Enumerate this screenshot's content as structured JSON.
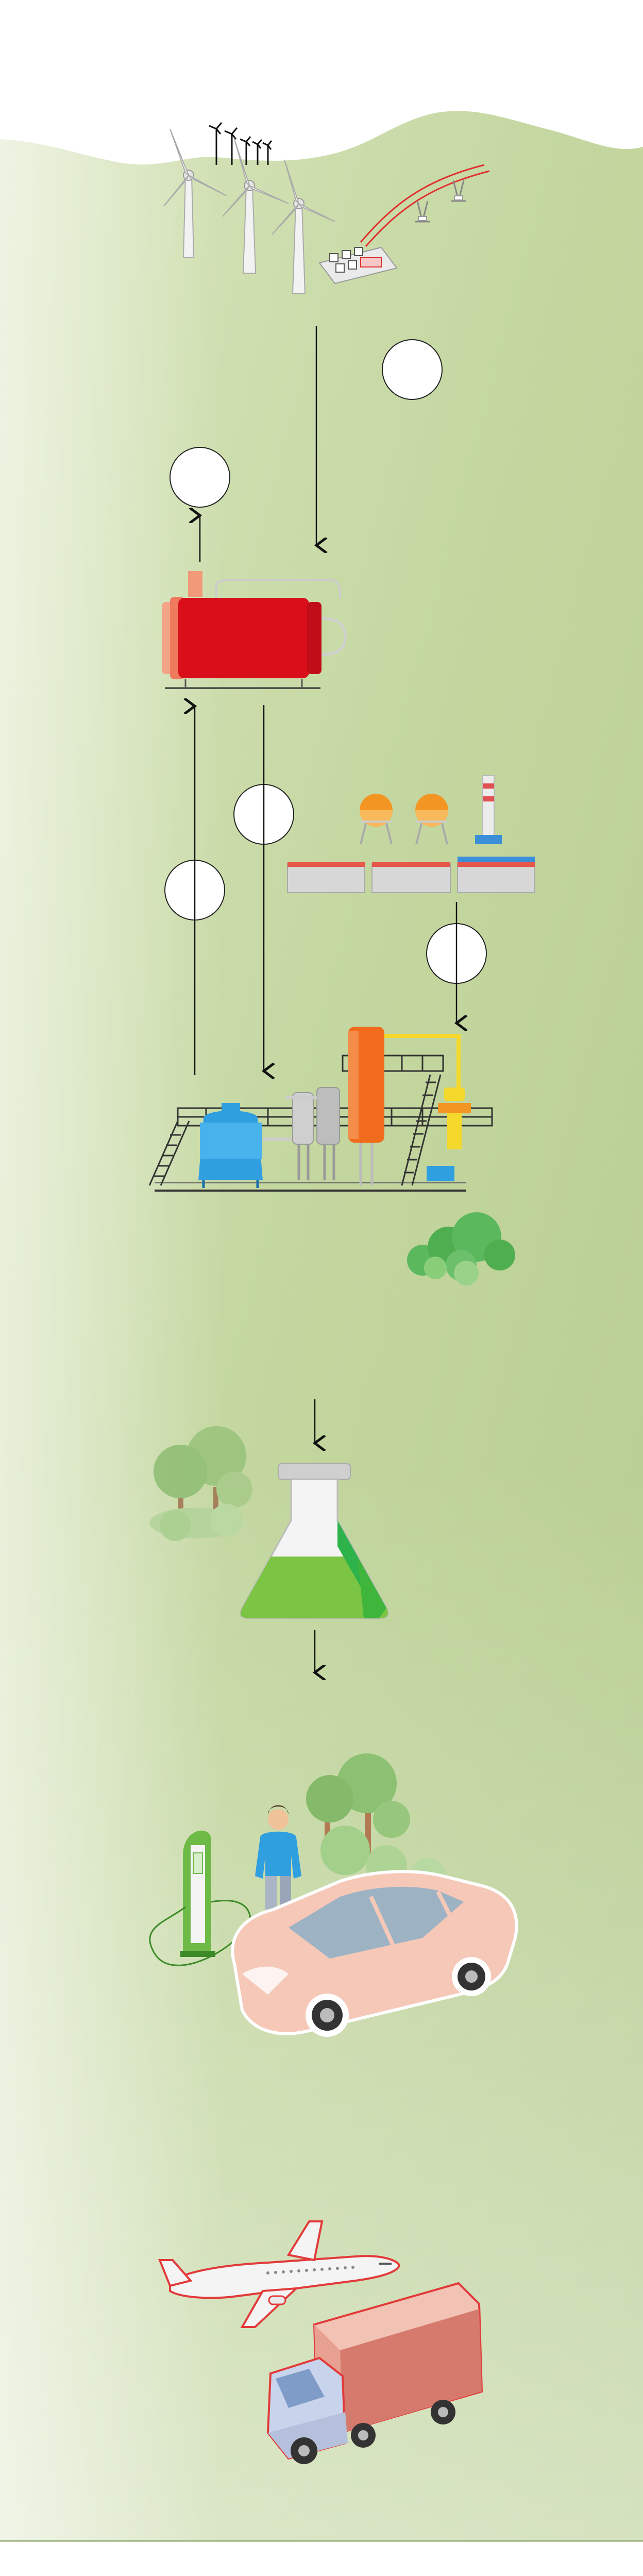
{
  "diagram": {
    "title": "",
    "stages": [
      {
        "id": "renewable-power",
        "icon": "wind-turbines-and-power-lines"
      },
      {
        "id": "electrolyser",
        "icon": "red-electrolyser-tank"
      },
      {
        "id": "gas-storage",
        "icon": "spherical-tanks-and-chimney"
      },
      {
        "id": "synthesis-plant",
        "icon": "chemical-plant"
      },
      {
        "id": "e-fuel",
        "icon": "green-flask"
      },
      {
        "id": "mobility-car",
        "icon": "car-charging-station"
      },
      {
        "id": "transport",
        "icon": "airplane-and-truck"
      }
    ],
    "step_markers": [
      "",
      "",
      "",
      "",
      ""
    ],
    "connectors": [
      {
        "from": "renewable-power",
        "to": "electrolyser"
      },
      {
        "from": "electrolyser",
        "to": "marker-up"
      },
      {
        "from": "electrolyser",
        "to": "synthesis-plant"
      },
      {
        "from": "synthesis-plant",
        "to": "electrolyser"
      },
      {
        "from": "gas-storage",
        "to": "synthesis-plant"
      },
      {
        "from": "synthesis-plant",
        "to": "e-fuel"
      },
      {
        "from": "e-fuel",
        "to": "mobility-car"
      }
    ]
  },
  "colors": {
    "background_green": "#b5cc8c",
    "background_pale": "#eaf2dc",
    "electrolyser_red": "#d80f1a",
    "flask_green": "#7cc544",
    "car_pink": "#f6c8b8",
    "truck_box": "#d57a6d",
    "tank_orange": "#f39522",
    "column_orange": "#f06b1b",
    "vessel_blue": "#2f9fe0",
    "yellow_unit": "#f5d82c"
  }
}
